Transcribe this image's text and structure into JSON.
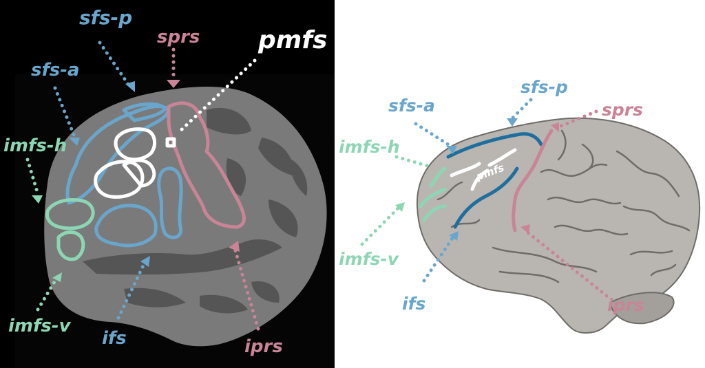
{
  "colors": {
    "blue": "#6aa6cc",
    "blue_dark": "#1f6e9e",
    "pink": "#c98496",
    "green": "#8dd6b4",
    "white": "#ffffff",
    "left_background": "#000000",
    "right_background": "#ffffff"
  },
  "left_panel": {
    "labels": {
      "sfs_p": "sfs-p",
      "sprs": "sprs",
      "pmfs": "pmfs",
      "sfs_a": "sfs-a",
      "imfs_h": "imfs-h",
      "imfs_v": "imfs-v",
      "ifs": "ifs",
      "iprs": "iprs"
    }
  },
  "right_panel": {
    "labels": {
      "sfs_a": "sfs-a",
      "sfs_p": "sfs-p",
      "sprs": "sprs",
      "imfs_h": "imfs-h",
      "pmfs": "pmfs",
      "imfs_v": "imfs-v",
      "ifs": "ifs",
      "iprs": "iprs"
    }
  }
}
